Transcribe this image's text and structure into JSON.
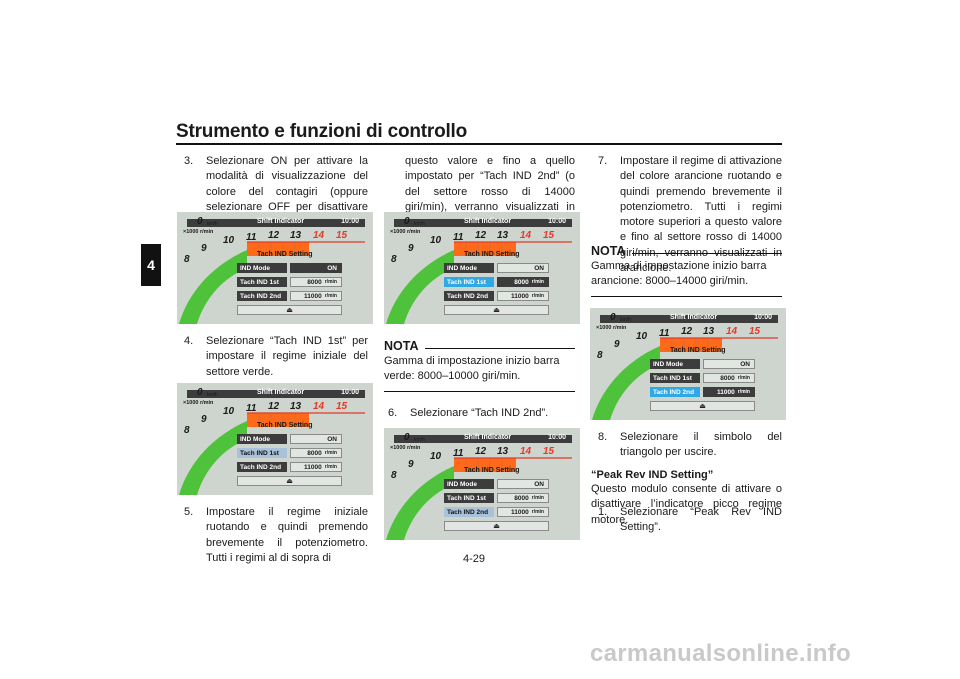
{
  "header": {
    "title": "Strumento e funzioni di controllo",
    "chapter": "4"
  },
  "footer": {
    "page_number": "4-29",
    "watermark": "carmanualsonline.info"
  },
  "col1": {
    "step3_num": "3.",
    "step3": "Selezionare ON per attivare la modalità di visualizzazione del colore del contagiri (oppure selezionare OFF per disattivare questa funzione).",
    "step4_num": "4.",
    "step4": "Selezionare “Tach IND 1st” per impostare il regime iniziale del settore verde.",
    "step5_num": "5.",
    "step5": "Impostare il regime iniziale ruotando e quindi premendo brevemente il potenziometro. Tutti i regimi al di sopra di"
  },
  "col2": {
    "cont": "questo valore e fino a quello impostato per “Tach IND 2nd” (o del settore rosso di 14000 giri/min), verranno visualizzati in verde.",
    "nota_title": "NOTA",
    "nota": "Gamma di impostazione inizio barra verde: 8000–10000 giri/min.",
    "step6_num": "6.",
    "step6": "Selezionare “Tach IND 2nd”."
  },
  "col3": {
    "step7_num": "7.",
    "step7": "Impostare il regime di attivazione del colore arancione ruotando e quindi premendo brevemente il potenziometro. Tutti i regimi motore superiori a questo valore e fino al settore rosso di 14000 giri/min, verranno visualizzati in arancione.",
    "nota_title": "NOTA",
    "nota": "Gamma di impostazione inizio barra arancione: 8000–14000 giri/min.",
    "step8_num": "8.",
    "step8": "Selezionare il simbolo del triangolo per uscire.",
    "peak_title": "“Peak Rev IND Setting”",
    "peak_text": "Questo modulo consente di attivare o disattivare l’indicatore picco regime motore.",
    "peak_step1_num": "1.",
    "peak_step1": "Selezionare “Peak Rev IND Setting”."
  },
  "screen": {
    "speed": "0",
    "speed_unit": "km/h",
    "title": "Shift Indicator",
    "clock": "10:00",
    "rpm_unit": "×1000 r/min",
    "ticks": [
      "8",
      "9",
      "10",
      "11",
      "12",
      "13",
      "14",
      "15"
    ],
    "panel_title": "Tach IND Setting",
    "mode_label": "IND Mode",
    "mode_value": "ON",
    "first_label": "Tach IND 1st",
    "first_value": "8000",
    "second_label": "Tach IND 2nd",
    "second_value": "11000",
    "value_unit": "r/min",
    "exit_icon": "eject-triangle-icon",
    "colors": {
      "green": "#4fc23b",
      "orange": "#ff6a1a",
      "red": "#e23a2a",
      "highlight": "#2fa8e3"
    }
  }
}
